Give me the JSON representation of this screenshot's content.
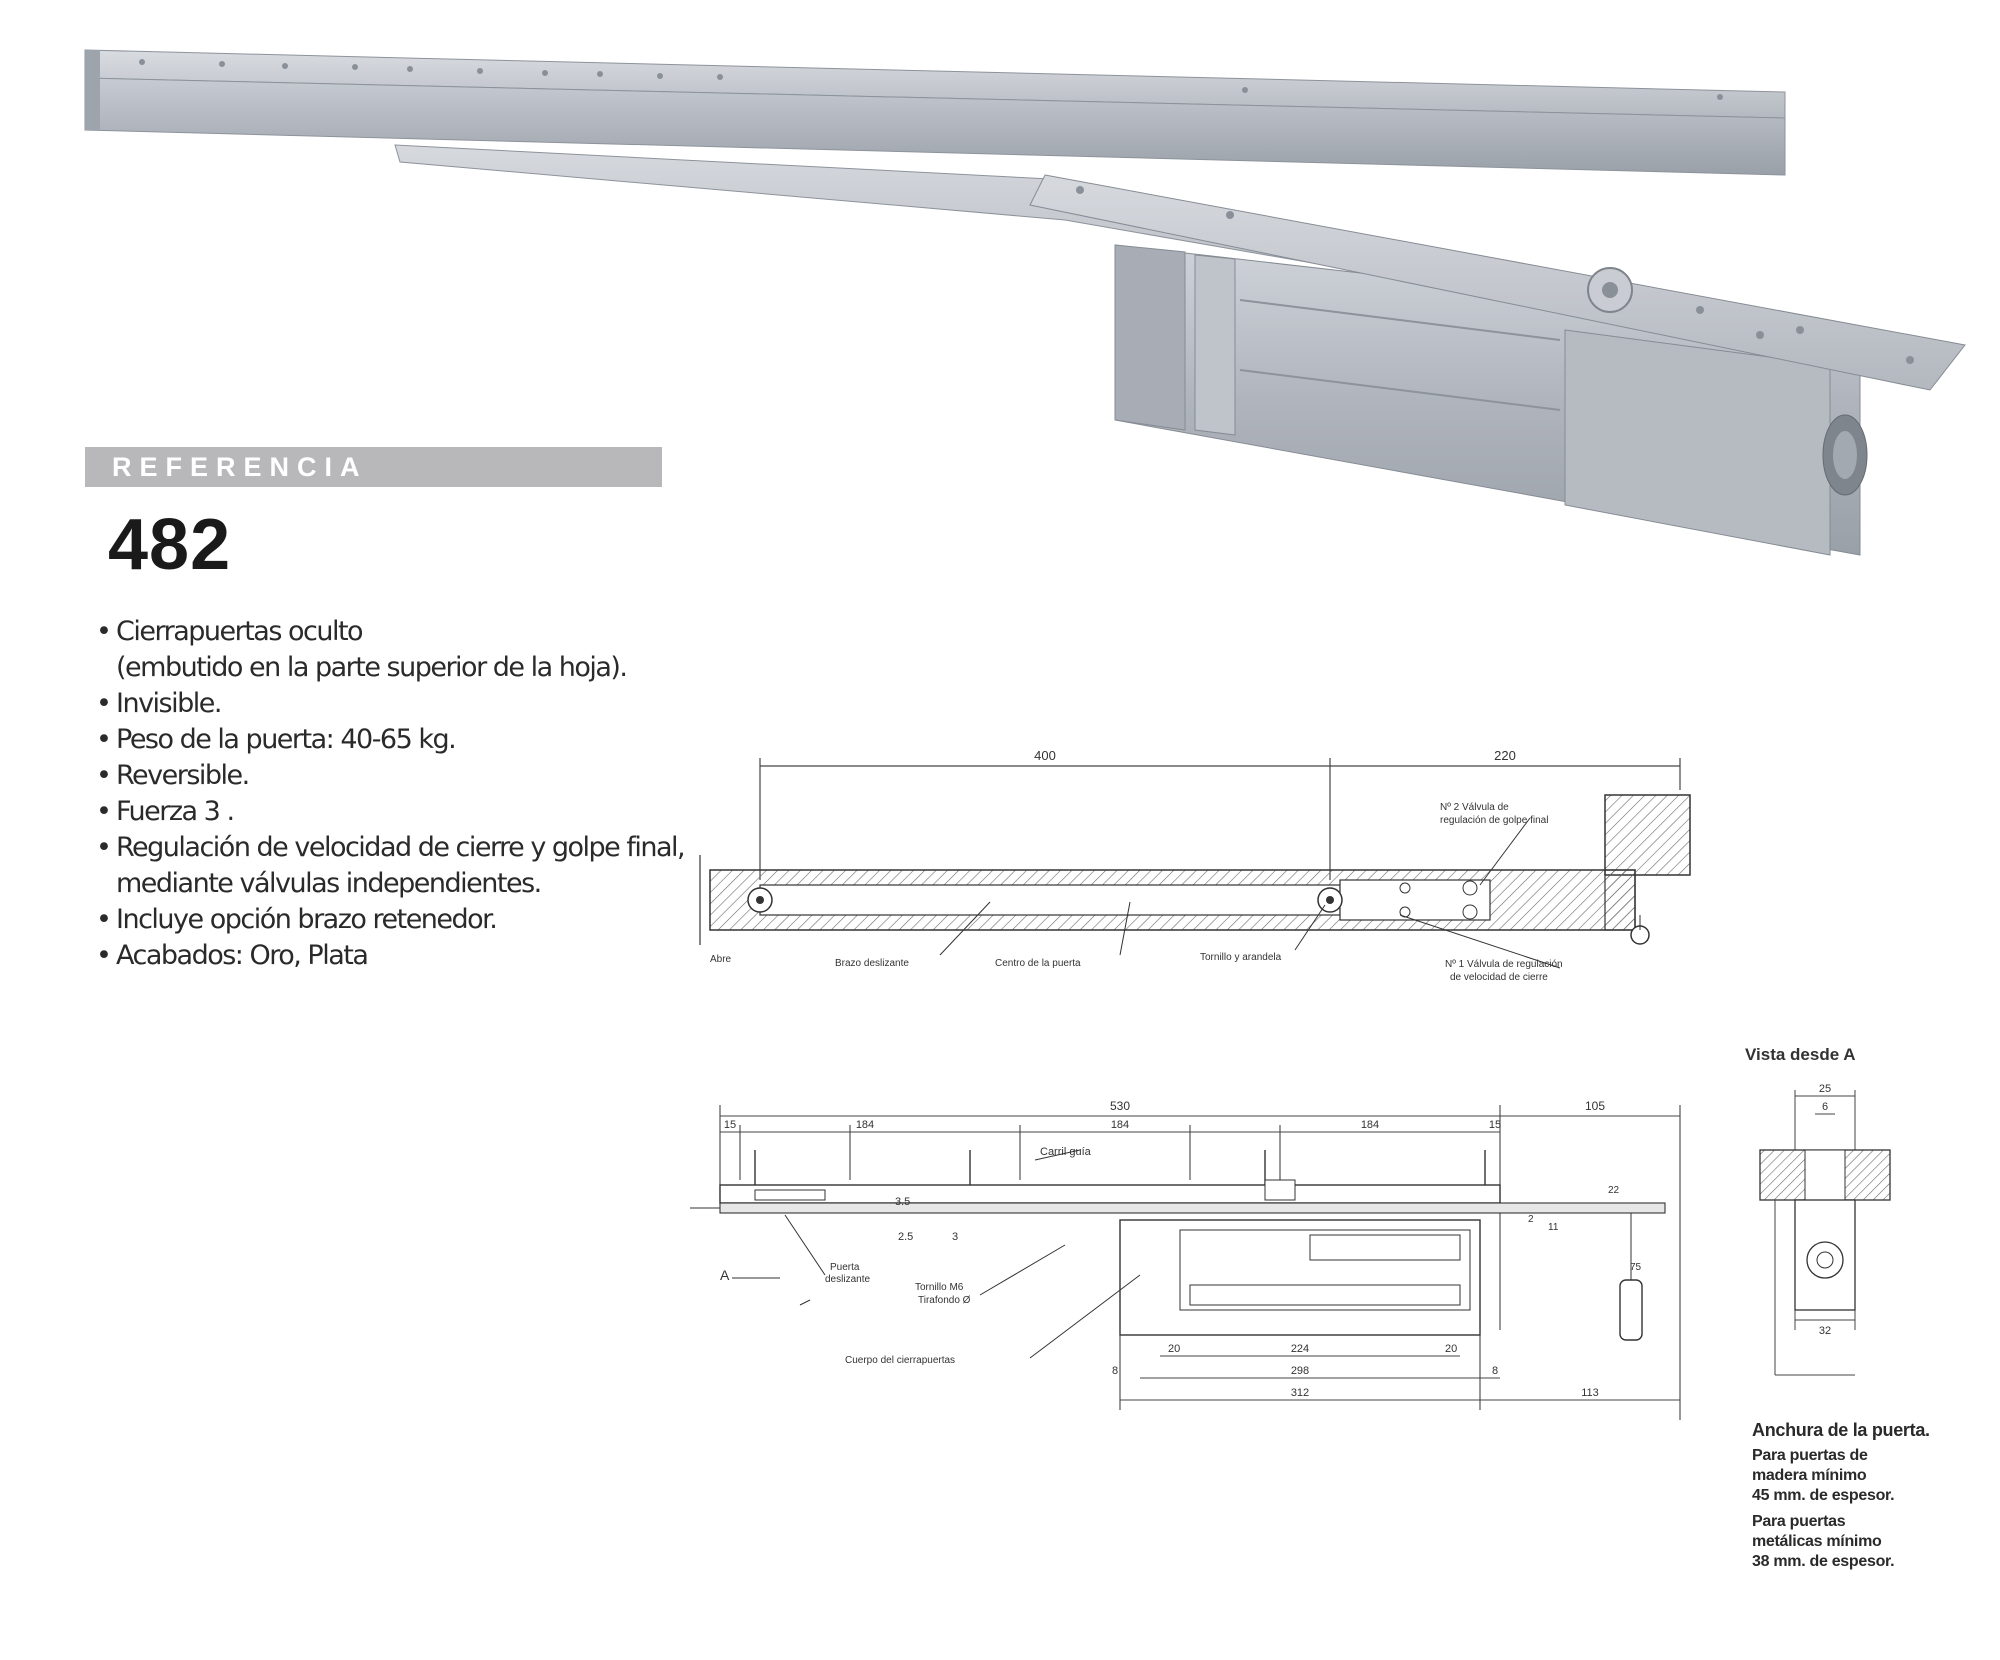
{
  "reference": {
    "label": "REFERENCIA",
    "number": "482"
  },
  "features": [
    {
      "text": "Cierrapuertas oculto",
      "cont": "(embutido en la parte superior de la hoja)."
    },
    {
      "text": "Invisible."
    },
    {
      "text": "Peso de la puerta:  40-65 kg."
    },
    {
      "text": "Reversible."
    },
    {
      "text": "Fuerza 3 ."
    },
    {
      "text": "Regulación de velocidad de cierre y golpe final,",
      "cont": "mediante válvulas independientes."
    },
    {
      "text": "Incluye opción brazo retenedor."
    },
    {
      "text": "Acabados: Oro, Plata"
    }
  ],
  "bullet": "•",
  "drawing_top": {
    "dims": [
      "400",
      "220"
    ],
    "labels": {
      "abre": "Abre",
      "brazo": "Brazo deslizante",
      "centro": "Centro de la puerta",
      "tornillo": "Tornillo y arandela",
      "valve2_a": "Nº 2 Válvula de",
      "valve2_b": "regulación de golpe final",
      "valve1_a": "Nº 1 Válvula de regulación",
      "valve1_b": "de velocidad de cierre"
    }
  },
  "drawing_bottom": {
    "dims": {
      "total": "530",
      "right": "105",
      "s1": "15",
      "s2": "184",
      "s3": "184",
      "s4": "184",
      "s5": "15",
      "d20a": "20",
      "d224": "224",
      "d20b": "20",
      "d8a": "8",
      "d298": "298",
      "d8b": "8",
      "d312": "312",
      "d113": "113",
      "d35": "3.5",
      "d25": "2.5",
      "d3": "3",
      "v22": "22",
      "v2": "2",
      "v11": "11",
      "v75": "75"
    },
    "labels": {
      "carril": "Carril guía",
      "patin_a": "Puerta",
      "patin_b": "deslizante",
      "a_mark": "A",
      "tornillo_a": "Tornillo M6",
      "tornillo_b": "Tirafondo Ø",
      "cuerpo": "Cuerpo del cierrapuertas"
    }
  },
  "vista": {
    "title": "Vista desde A",
    "dims": [
      "25",
      "6",
      "32"
    ]
  },
  "notes": {
    "title": "Anchura de la puerta.",
    "wood_1": "Para puertas de",
    "wood_2": "madera mínimo",
    "wood_3": "45 mm. de espesor.",
    "metal_1": "Para puertas",
    "metal_2": "metálicas mínimo",
    "metal_3": "38 mm. de espesor."
  },
  "colors": {
    "metal": "#b9bdc4",
    "bar": "#b8b8ba",
    "hatch": "#777777"
  }
}
